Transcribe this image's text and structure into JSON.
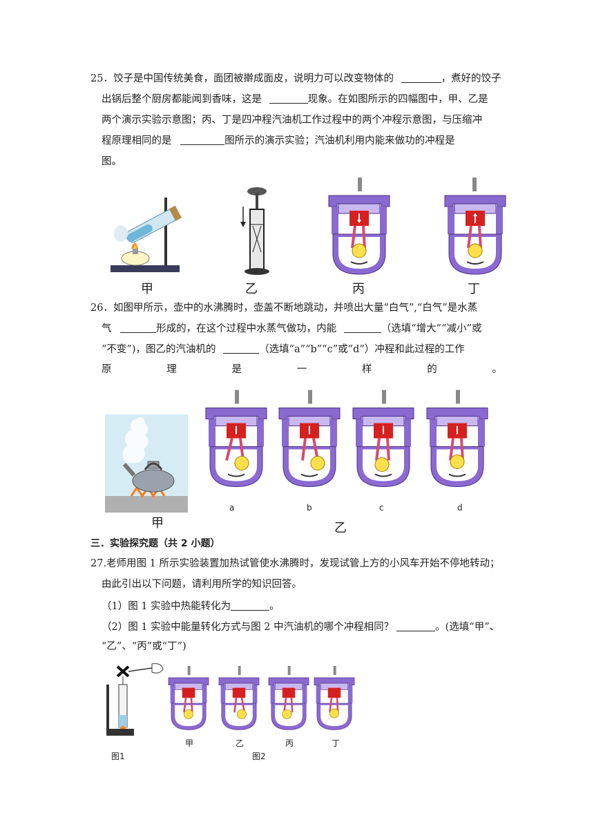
{
  "q25": {
    "l1a": "25．饺子是中国传统美食，面团被擀成面皮，说明力可以改变物体的",
    "l1b": "，煮好的饺子",
    "l2a": "出锅后整个厨房都能闻到香味，这是",
    "l2b": "现象。在如图所示的四幅图中，甲、乙是",
    "l3": "两个演示实验示意图；丙、丁是四冲程汽油机工作过程中的两个冲程示意图，与压缩冲",
    "l4a": "程原理相同的是",
    "l4b": "图所示的演示实验；汽油机利用内能来做功的冲程是",
    "l5": "图。",
    "labels": [
      "甲",
      "乙",
      "丙",
      "丁"
    ]
  },
  "q26": {
    "l1": "26．如图甲所示，壶中的水沸腾时，壶盖不断地跳动，并喷出大量“白气”,“白气”是水蒸",
    "l2a": "气",
    "l2b": "形成的，在这个过程中水蒸气做功，内能",
    "l2c": "（选填“增大”“减小”或",
    "l3a": "“不变”)，图乙的汽油机的",
    "l3b": "（选填“a”“b”“c”或“d”）冲程和此过程的工作",
    "l4": [
      "原",
      "理",
      "是",
      "一",
      "样",
      "的",
      "。"
    ],
    "fig_left_label": "甲",
    "fig_right_label": "乙",
    "stroke_labels": [
      "a",
      "b",
      "c",
      "d"
    ]
  },
  "section3": {
    "title": "三．实验探究题（共 2 小题）"
  },
  "q27": {
    "l1": "27.老师用图 1 所示实验装置加热试管使水沸腾时，发现试管上方的小风车开始不停地转动；",
    "l2": "由此引出以下问题，请利用所学的知识回答。",
    "l3a": "（1）图 1 实验中热能转化为",
    "l3b": "。",
    "l4a": "（2）图 1 实验中能量转化方式与图 2 中汽油机的哪个冲程相同？",
    "l4b": "。(选填“甲”、",
    "l5": "“乙”、“丙”或“丁”)",
    "engine_labels": [
      "甲",
      "乙",
      "丙",
      "丁"
    ],
    "fig1": "图1",
    "fig2": "图2"
  }
}
